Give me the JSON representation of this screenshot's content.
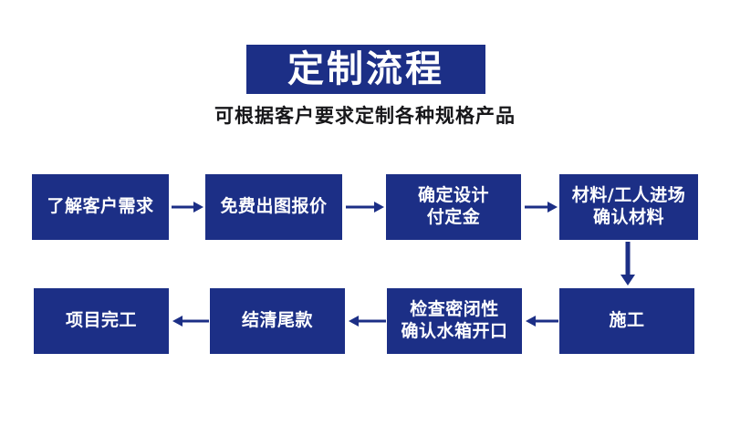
{
  "header": {
    "title": "定制流程",
    "subtitle": "可根据客户要求定制各种规格产品"
  },
  "colors": {
    "brand_blue": "#1c2f86",
    "text_on_brand": "#ffffff",
    "subtitle_text": "#17171a",
    "background": "#ffffff"
  },
  "flow": {
    "row1": [
      {
        "id": "step-1",
        "label": "了解客户需求"
      },
      {
        "id": "step-2",
        "label": "免费出图报价"
      },
      {
        "id": "step-3",
        "label": "确定设计\n付定金"
      },
      {
        "id": "step-4",
        "label": "材料/工人进场\n确认材料"
      }
    ],
    "row2": [
      {
        "id": "step-5",
        "label": "施工"
      },
      {
        "id": "step-6",
        "label": "检查密闭性\n确认水箱开口"
      },
      {
        "id": "step-7",
        "label": "结清尾款"
      },
      {
        "id": "step-8",
        "label": "项目完工"
      }
    ],
    "connectors": [
      {
        "id": "arrow-1-2",
        "direction": "right"
      },
      {
        "id": "arrow-2-3",
        "direction": "right"
      },
      {
        "id": "arrow-3-4",
        "direction": "right"
      },
      {
        "id": "arrow-4-5",
        "direction": "down"
      },
      {
        "id": "arrow-5-6",
        "direction": "left"
      },
      {
        "id": "arrow-6-7",
        "direction": "left"
      },
      {
        "id": "arrow-7-8",
        "direction": "left"
      }
    ]
  }
}
